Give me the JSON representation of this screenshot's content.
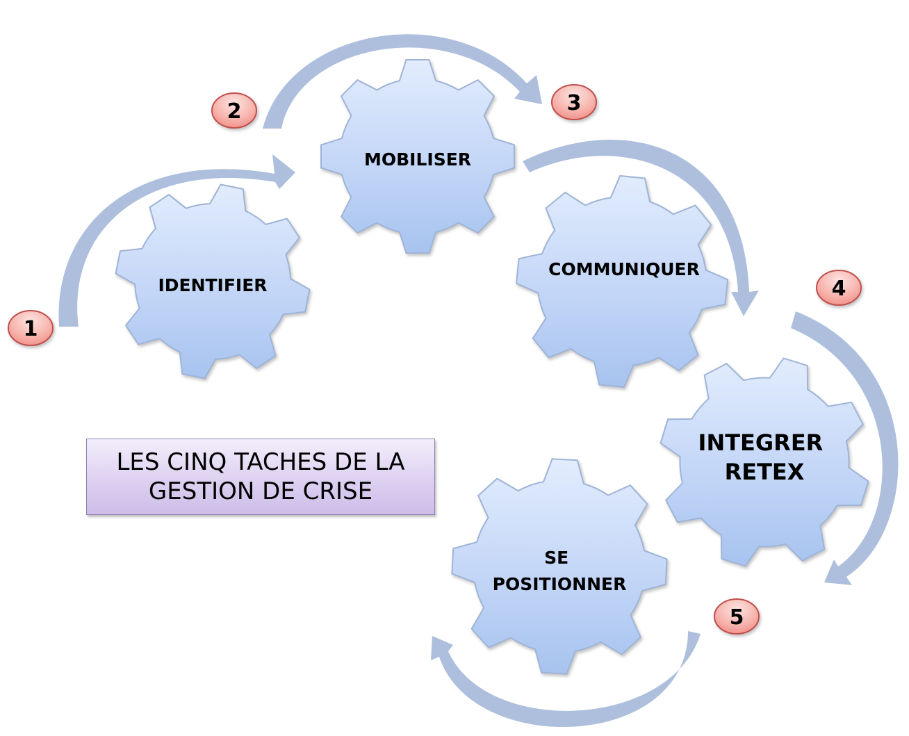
{
  "title": {
    "line1": "LES CINQ TACHES DE LA",
    "line2": "GESTION DE CRISE"
  },
  "steps": [
    {
      "badge": "1",
      "label_lines": [
        "IDENTIFIER"
      ]
    },
    {
      "badge": "2",
      "label_lines": [
        "MOBILISER"
      ]
    },
    {
      "badge": "3",
      "label_lines": [
        "COMMUNIQUER"
      ]
    },
    {
      "badge": "4",
      "label_lines": [
        "INTEGRER",
        "RETEX"
      ]
    },
    {
      "badge": "5",
      "label_lines": [
        "SE",
        "POSITIONNER"
      ]
    }
  ],
  "colors": {
    "gear_light": "#e2ecfd",
    "gear_dark": "#a7c3ef",
    "gear_outline": "#9fb4d6",
    "arrow": "#adbfdc",
    "badge_light": "#fde4e1",
    "badge_dark": "#f08d86",
    "badge_outline": "#c0504d",
    "title_box": "#ddd1f1"
  }
}
